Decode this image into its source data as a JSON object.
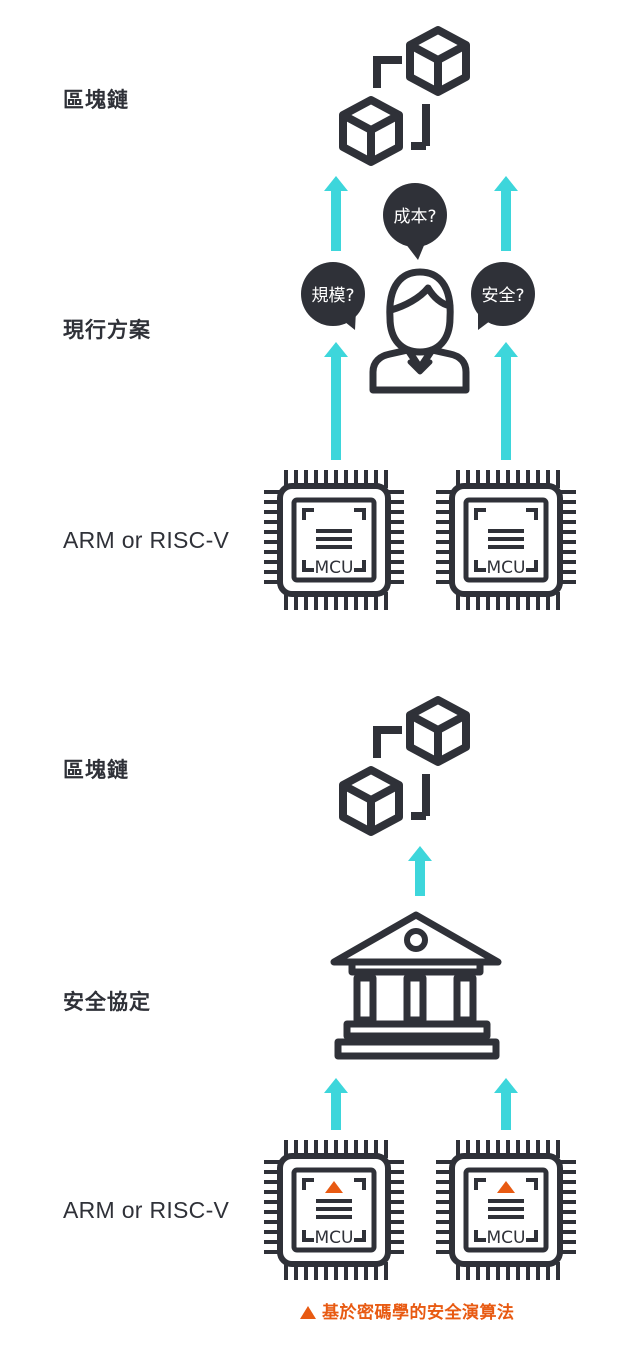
{
  "diagram": {
    "top": {
      "labels": {
        "blockchain": "區塊鏈",
        "current_solution": "現行方案",
        "hardware": "ARM or RISC-V"
      },
      "bubbles": {
        "cost": "成本?",
        "scale": "規模?",
        "security": "安全?"
      },
      "chip_text": [
        "MCU",
        "MCU"
      ]
    },
    "bottom": {
      "labels": {
        "blockchain": "區塊鏈",
        "protocol": "安全協定",
        "hardware": "ARM or RISC-V"
      },
      "chip_text": [
        "MCU",
        "MCU"
      ],
      "footnote": "基於密碼學的安全演算法"
    },
    "colors": {
      "arrow": "#3dd6db",
      "ink": "#2f3138",
      "accent": "#e85a12"
    }
  }
}
